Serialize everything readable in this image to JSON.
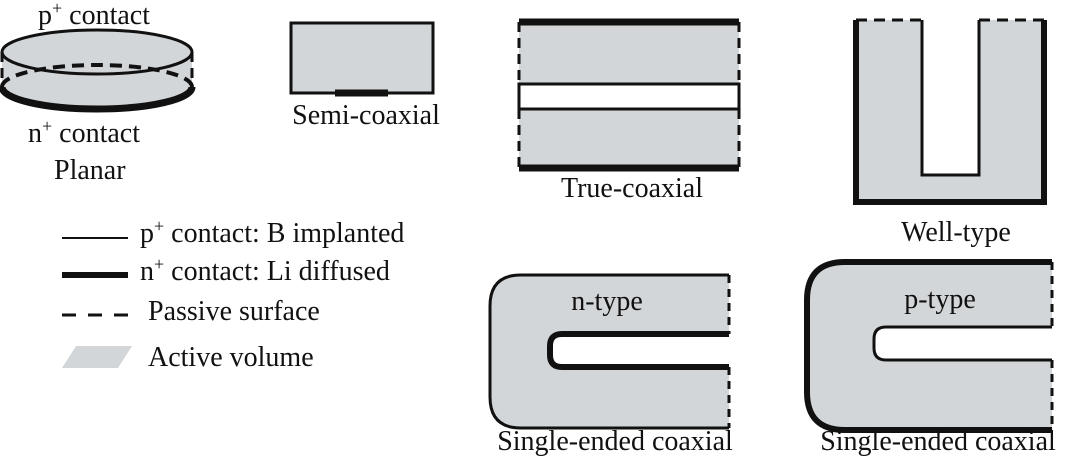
{
  "planar": {
    "top_label": {
      "base": "p",
      "sup": "+",
      "rest": " contact"
    },
    "bottom_label": {
      "base": "n",
      "sup": "+",
      "rest": " contact"
    },
    "name": "Planar"
  },
  "semi_coaxial": {
    "name": "Semi-coaxial"
  },
  "true_coaxial": {
    "name": "True-coaxial"
  },
  "well_type": {
    "name": "Well-type"
  },
  "single_ended_n": {
    "inner_label": "n-type",
    "name": "Single-ended coaxial"
  },
  "single_ended_p": {
    "inner_label": "p-type",
    "name": "Single-ended coaxial"
  },
  "legend": {
    "items": [
      {
        "kind": "thin-line",
        "base": "p",
        "sup": "+",
        "rest": " contact: B implanted"
      },
      {
        "kind": "thick-line",
        "base": "n",
        "sup": "+",
        "rest": " contact: Li diffused"
      },
      {
        "kind": "dashed-line",
        "base": "Passive surface",
        "sup": "",
        "rest": ""
      },
      {
        "kind": "active-fill",
        "base": "Active volume",
        "sup": "",
        "rest": ""
      }
    ]
  },
  "colors": {
    "active_volume": "#d3d6d8",
    "stroke": "#111111",
    "background": "#ffffff"
  }
}
